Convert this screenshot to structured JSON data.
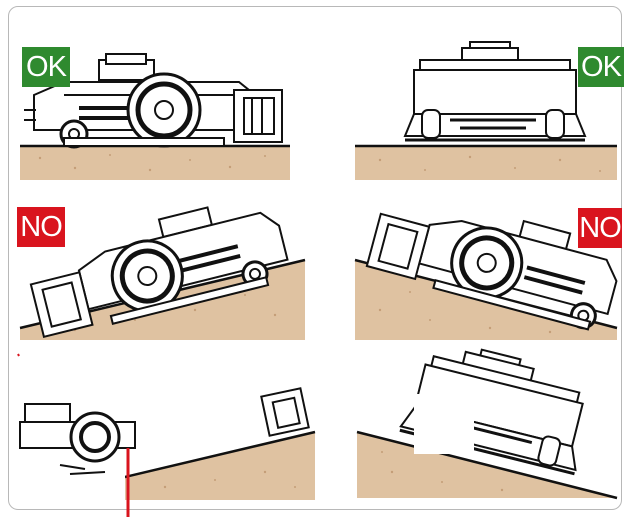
{
  "colors": {
    "ok_green": "#2f8a2f",
    "no_red": "#d9141e",
    "ground_sand": "#dfc2a1",
    "ground_dots": "#c49d77",
    "outline": "#111111",
    "frame_border": "#b8b8b8"
  },
  "panels": [
    {
      "id": "side-flat",
      "view": "side",
      "slope": "flat",
      "badge": "OK",
      "badge_color": "ok_green"
    },
    {
      "id": "front-flat",
      "view": "front",
      "slope": "flat",
      "badge": "OK",
      "badge_color": "ok_green"
    },
    {
      "id": "side-uphill",
      "view": "side",
      "slope": "uphill",
      "badge": "NO",
      "badge_color": "no_red"
    },
    {
      "id": "side-downhill",
      "view": "side",
      "slope": "downhill",
      "badge": "NO",
      "badge_color": "no_red"
    },
    {
      "id": "side-ramp-edge",
      "view": "side",
      "slope": "ramp-edge",
      "badge": ""
    },
    {
      "id": "front-tilted",
      "view": "front",
      "slope": "side-tilt",
      "badge": ""
    }
  ],
  "badges": {
    "p1": "OK",
    "p2": "OK",
    "p3": "NO",
    "p4": "NO"
  },
  "icons": {
    "side_robot": "tracked-mower-side-icon",
    "front_robot": "tracked-mower-front-icon",
    "ground": "dirt-ground-icon"
  }
}
